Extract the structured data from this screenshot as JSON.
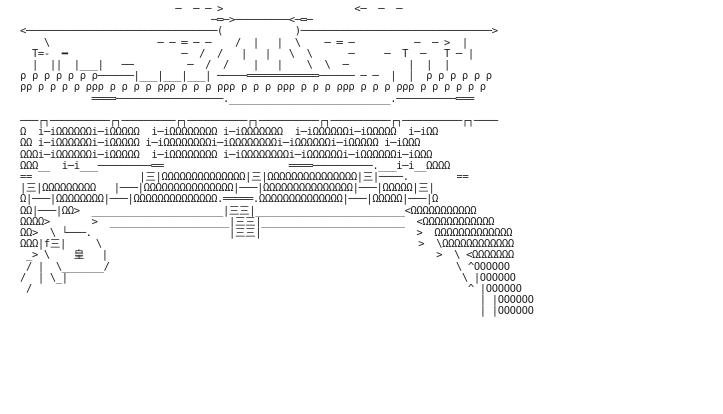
{
  "art": {
    "lines": [
      "                          ─  ─ ─ >                      <─  ─  ─",
      "                                ─═─>─────────<─═─",
      "<────────────────────────────────(            )────────────────────────────────>",
      "    \\                  ─ ─ ═ ─ ─    /  |   |  \\    ─ ═ ─          ─  ─ >  |",
      "  T=-  ━                   ─  /  /   |   |   \\  \\      ─     ─  T  ─   T ─ |",
      "  |  ||  |___|   ──         ─  /  /    |   |    \\  \\  ─          |  |  |",
      "ρ ρ ρ ρ ρ ρ ρ──────|___|___|___| ─────════════════────── ─ ─  |  |  ρ ρ ρ ρ ρ ρ",
      "ρρ ρ ρ ρ ρ ρρρ ρ ρ ρ ρ ρρρ ρ ρ ρ ρρρ ρ ρ ρ ρρρ ρ ρ ρ ρρρ ρ ρ ρ ρρρ ρ ρ ρ ρ ρ ρ",
      "            ════──────────────────.___________________________.──────────═══",
      "",
      "───┌┐──────────┌┐─────────┌┐──────────┌┐──────────┌┐──────────┌┐──────────┌┐────",
      "Ω  i─iΩΩΩΩΩΩi─iΩΩΩΩΩ  i─iΩΩΩΩΩΩΩΩ i─iΩΩΩΩΩΩΩ  i─iΩΩΩΩΩΩi─iΩΩΩΩΩ  i─iΩΩ",
      "ΩΩ i─iΩΩΩΩΩΩi─iΩΩΩΩΩ i─iΩΩΩΩΩΩΩΩi─iΩΩΩΩΩΩΩΩi─iΩΩΩΩΩΩi─iΩΩΩΩΩ i─iΩΩΩ",
      "ΩΩΩi─iΩΩΩΩΩΩi─iΩΩΩΩΩ  i─iΩΩΩΩΩΩΩΩ i─iΩΩΩΩΩΩΩΩi─iΩΩΩΩΩΩi─iΩΩΩΩΩΩi─iΩΩΩ",
      "ΩΩΩ__  i─i___─────────══                     ════──────────.___i─i__ΩΩΩΩ",
      "==                  |三|ΩΩΩΩΩΩΩΩΩΩΩΩΩΩ|三|ΩΩΩΩΩΩΩΩΩΩΩΩΩΩΩ|三|────.        ==",
      "|三|ΩΩΩΩΩΩΩΩΩ   |───|ΩΩΩΩΩΩΩΩΩΩΩΩΩΩΩ|───|ΩΩΩΩΩΩΩΩΩΩΩΩΩΩΩ|───|ΩΩΩΩΩ|三|",
      "Ω|───|ΩΩΩΩΩΩΩΩ|───|ΩΩΩΩΩΩΩΩΩΩΩΩΩΩ.═════.ΩΩΩΩΩΩΩΩΩΩΩΩΩΩ|───|ΩΩΩΩΩ|───|Ω",
      "ΩΩ|───|ΩΩ>  ______________________|三三|_________________________<ΩΩΩΩΩΩΩΩΩΩΩ",
      "ΩΩΩΩ>       >  ____________________|三三|________________________  <ΩΩΩΩΩΩΩΩΩΩΩΩ",
      "ΩΩ>  \\ └───.                       |三三|                          >  ΩΩΩΩΩΩΩΩΩΩΩΩΩ",
      "ΩΩΩ|f三|     \\                                                     >  \\ΩΩΩΩΩΩΩΩΩΩΩΩ",
      " _> \\    皇   |                                                       >  \\ <ΩΩΩΩΩΩΩ",
      " / |  \\_______/                                                          \\ ^OOOOOO",
      "/  | \\_|                                                                  \\ |OOOOOO",
      " /                                                                         ^ |OOOOOO",
      "                                                                             | |OOOOOO",
      "                                                                             | |OOOOOO"
    ]
  }
}
